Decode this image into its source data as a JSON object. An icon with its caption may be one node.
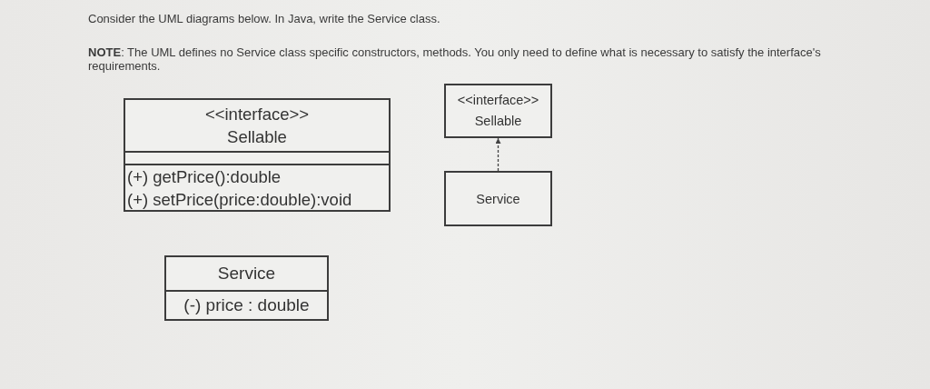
{
  "diagram": {
    "nodes": [
      {
        "text": [
          "<<interface>>",
          "Sellable",
          "(+) getPrice():double",
          "(+) setPrice(price:double):void"
        ]
      },
      {
        "text": [
          "<<interface>>",
          "Sellable"
        ]
      },
      {
        "text": [
          "Service"
        ]
      },
      {
        "text": [
          "Service",
          "(-) price : double"
        ]
      }
    ],
    "edges": [
      {
        "from": 2,
        "to": 1,
        "arrow": "to",
        "style": "dashed"
      }
    ],
    "labels": [
      "Consider the UML diagrams below. In Java, write the Service class.",
      "**NOTE**: The UML defines no Service class specific constructors, methods. You only need to define what is necessary to satisfy the interface's requirements."
    ]
  }
}
